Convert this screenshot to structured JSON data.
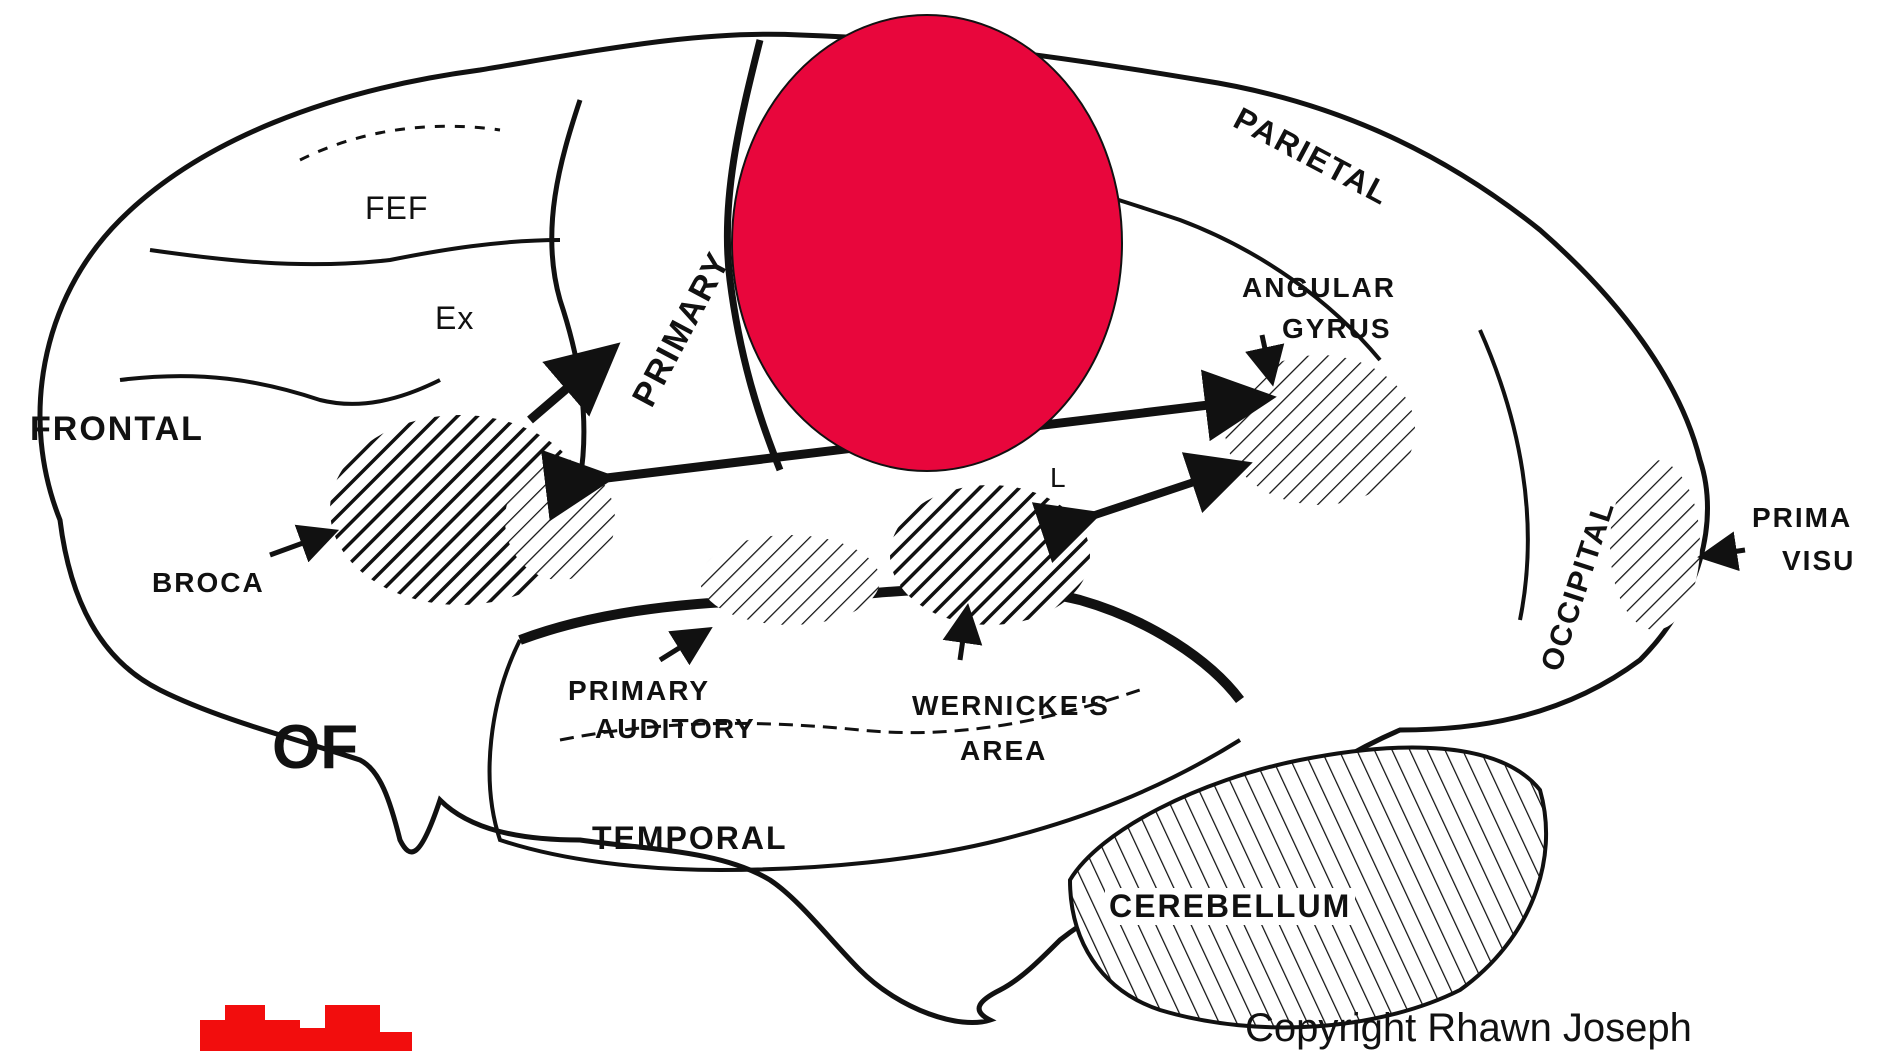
{
  "labels": {
    "frontal": "FRONTAL",
    "fef": "FEF",
    "ex": "Ex",
    "broca": "BROCA",
    "of": "OF",
    "primary_motor_partial": "PRIMARY",
    "parietal": "PARIETAL",
    "angular_gyrus_1": "ANGULAR",
    "angular_gyrus_2": "GYRUS",
    "occipital": "OCCIPITAL",
    "primary_visual_1": "PRIMA",
    "primary_visual_2": "VISU",
    "primary_auditory_1": "PRIMARY",
    "primary_auditory_2": "AUDITORY",
    "wernicke_1": "WERNICKE'S",
    "wernicke_2": "AREA",
    "temporal": "TEMPORAL",
    "cerebellum": "CEREBELLUM",
    "lx": "L",
    "copyright": "Copyright Rhawn Joseph"
  },
  "colors": {
    "occluder": "#e8063c",
    "logo": "#f20d0d",
    "ink": "#111111"
  }
}
